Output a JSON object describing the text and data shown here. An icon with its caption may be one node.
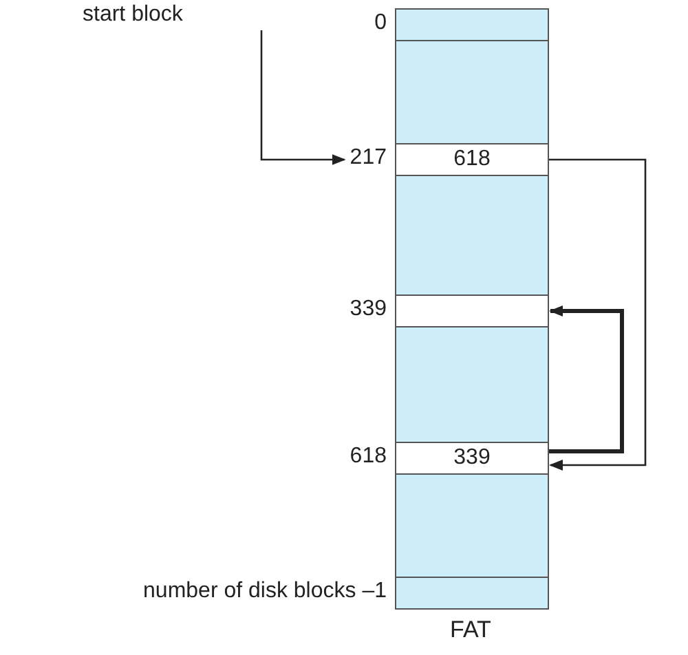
{
  "diagram": {
    "nodes": [
      {
        "text": [
          "start block"
        ]
      },
      {
        "text": [
          "FAT"
        ]
      },
      {
        "text": [],
        "shape": "box",
        "in": 1,
        "beside": [
          "0"
        ]
      },
      {
        "text": [
          "618"
        ],
        "in": 1,
        "beside": [
          "217"
        ]
      },
      {
        "text": [],
        "shape": "box",
        "in": 1,
        "beside": [
          "339"
        ]
      },
      {
        "text": [
          "339"
        ],
        "in": 1,
        "beside": [
          "618"
        ]
      },
      {
        "text": [],
        "shape": "box",
        "in": 1,
        "beside": [
          "number of disk blocks –1"
        ]
      }
    ],
    "edges": [
      {
        "from": 0,
        "to": 3,
        "arrow": "to"
      },
      {
        "from": 3,
        "to": 5,
        "arrow": "to"
      },
      {
        "from": 5,
        "to": 4,
        "arrow": "to",
        "style": "thick"
      }
    ]
  }
}
